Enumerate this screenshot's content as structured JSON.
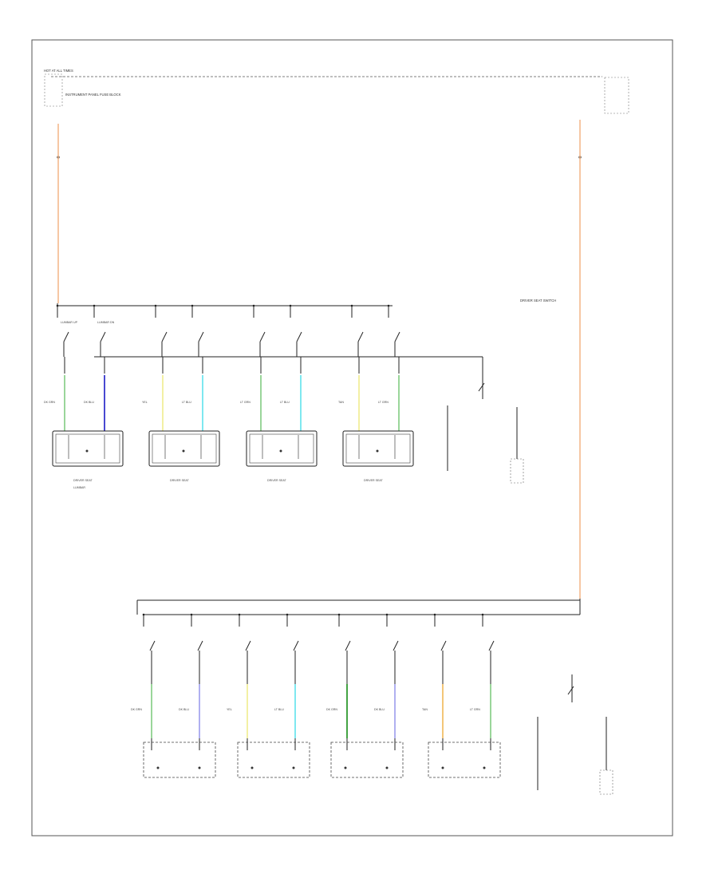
{
  "diagram": {
    "corner_label": "",
    "top_left": {
      "header": "HOT AT ALL TIMES",
      "fuse_block": "INSTRUMENT PANEL FUSE BLOCK",
      "fuse": "",
      "connectors": [
        "",
        ""
      ],
      "fuse_name": "",
      "junction": ""
    },
    "top_right": {
      "fuse_block": "",
      "connectors": [
        "",
        ""
      ],
      "fuse_name": "",
      "junction": ""
    },
    "driver_section_label": "DRIVER SEAT SWITCH",
    "driver_switches": [
      {
        "label": "LUMBAR UP",
        "wire": "DK GRN"
      },
      {
        "label": "LUMBAR DN",
        "wire": "DK BLU"
      },
      {
        "label": "",
        "wire": "YEL"
      },
      {
        "label": "",
        "wire": "LT BLU"
      },
      {
        "label": "",
        "wire": "LT GRN"
      },
      {
        "label": "",
        "wire": "LT BLU"
      },
      {
        "label": "",
        "wire": "TAN"
      },
      {
        "label": "",
        "wire": "LT GRN"
      }
    ],
    "driver_motors": [
      {
        "name": "DRIVER SEAT",
        "sub": "LUMBAR",
        "note": ""
      },
      {
        "name": "DRIVER SEAT",
        "sub": "",
        "note": ""
      },
      {
        "name": "DRIVER SEAT",
        "sub": "",
        "note": ""
      },
      {
        "name": "DRIVER SEAT",
        "sub": "",
        "note": ""
      }
    ],
    "driver_ground": {
      "title": "",
      "labels": [
        "",
        "",
        ""
      ],
      "component": ""
    },
    "driver_right_ground": {
      "title": "",
      "labels": [
        "",
        ""
      ],
      "component": ""
    },
    "passenger_section_label": "",
    "passenger_switches": [
      {
        "label": "",
        "wire": "DK GRN"
      },
      {
        "label": "",
        "wire": "DK BLU"
      },
      {
        "label": "",
        "wire": "YEL"
      },
      {
        "label": "",
        "wire": "LT BLU"
      },
      {
        "label": "",
        "wire": "DK GRN"
      },
      {
        "label": "",
        "wire": "DK BLU"
      },
      {
        "label": "",
        "wire": "TAN"
      },
      {
        "label": "",
        "wire": "LT GRN"
      }
    ],
    "passenger_motors": [
      {
        "name": "",
        "sub": ""
      },
      {
        "name": "",
        "sub": ""
      },
      {
        "name": "",
        "sub": ""
      },
      {
        "name": "",
        "sub": ""
      }
    ],
    "passenger_ground": {
      "title": "",
      "labels": [
        "",
        "",
        ""
      ],
      "component": ""
    },
    "passenger_right_ground": {
      "title": "",
      "labels": [
        "",
        ""
      ],
      "component": ""
    },
    "footer_code": ""
  },
  "colors": {
    "orange": "#f4b98d",
    "green": "#8fd18f",
    "blue": "#3333cc",
    "yellow": "#f2ef9a",
    "cyan": "#6fe6ee",
    "lavender": "#a7a7ee",
    "dark_green": "#2f9a2f",
    "orange_tan": "#f2c06a"
  }
}
